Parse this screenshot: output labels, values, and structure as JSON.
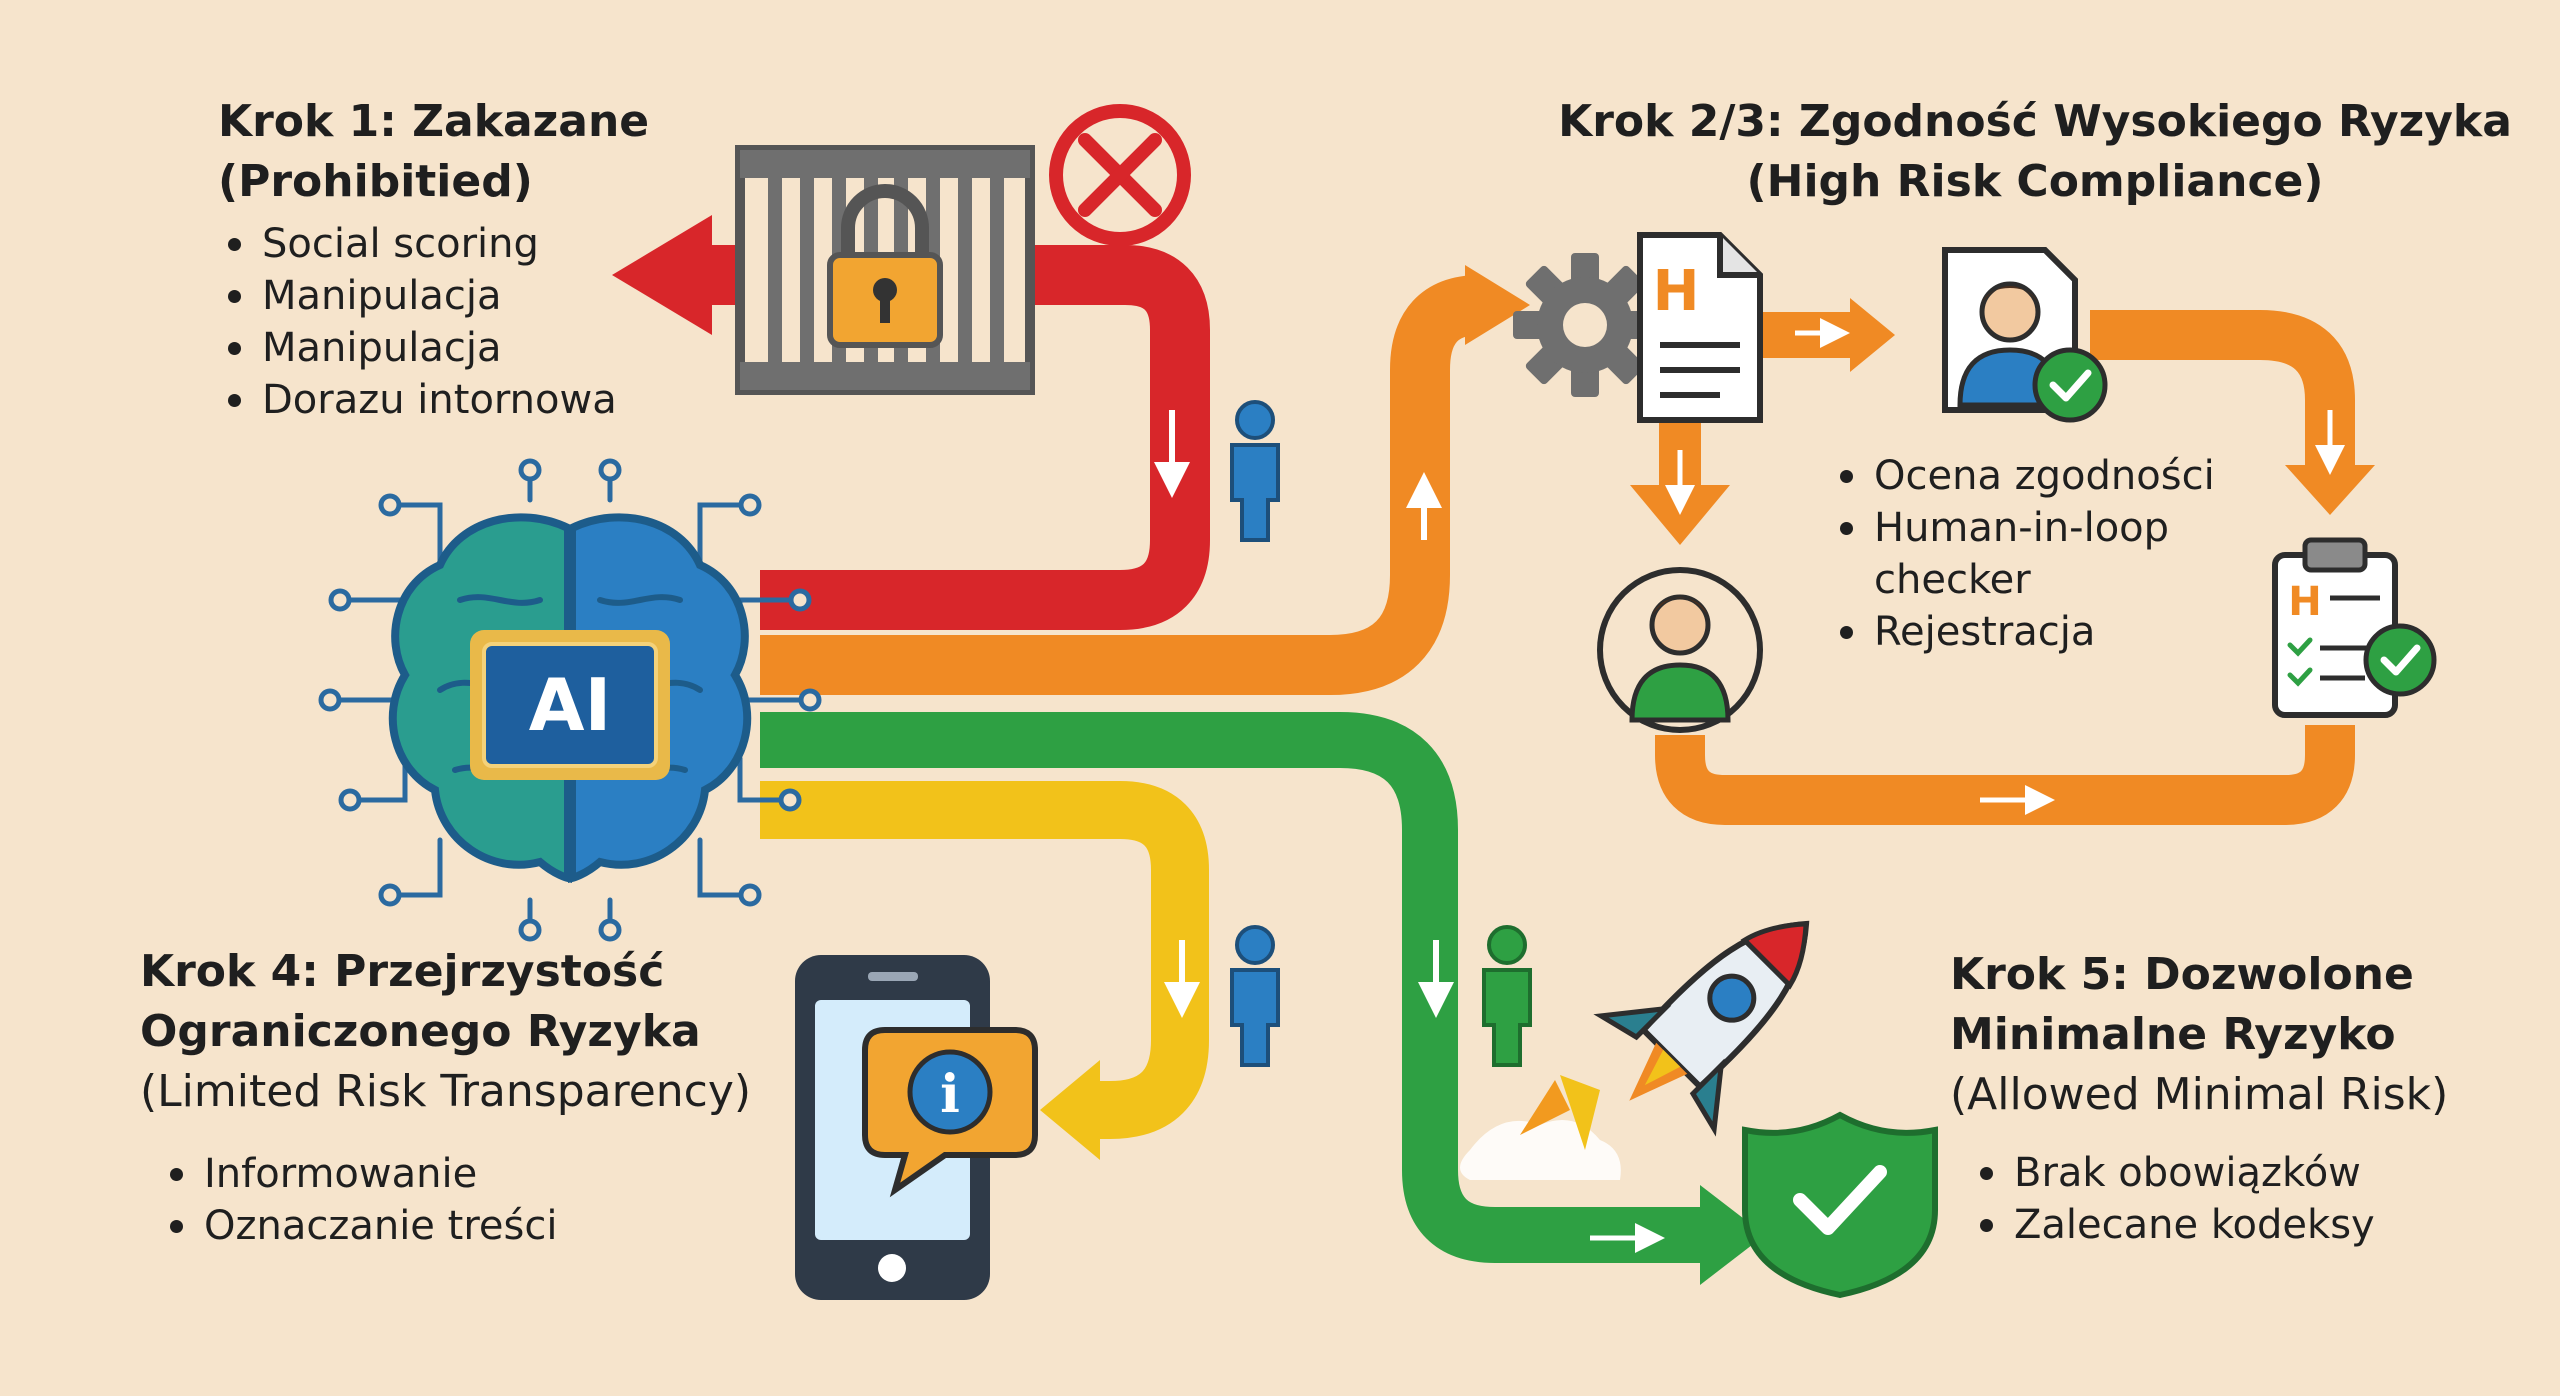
{
  "steps": {
    "prohibited": {
      "heading_line1": "Krok 1: Zakazane",
      "heading_line2": "(Prohibitied)",
      "bullets": [
        "Social scoring",
        "Manipulacja",
        "Manipulacja",
        "Dorazu intornowa"
      ],
      "color": "#d8262a"
    },
    "high_risk": {
      "heading_line1": "Krok 2/3: Zgodność Wysokiego Ryzyka",
      "heading_line2": "(High Risk Compliance)",
      "bullets": [
        "Ocena zgodności",
        "Human-in-loop",
        "checker",
        "Rejestracja"
      ],
      "color": "#f08a24"
    },
    "limited_risk": {
      "heading_line1": "Krok 4: Przejrzystość",
      "heading_line2": "Ograniczonego Ryzyka",
      "heading_line3": "(Limited Risk Transparency)",
      "bullets": [
        "Informowanie",
        "Oznaczanie treści"
      ],
      "color": "#f2c21a"
    },
    "minimal_risk": {
      "heading_line1": "Krok 5: Dozwolone",
      "heading_line2": "Minimalne Ryzyko",
      "heading_line3": "(Allowed Minimal Risk)",
      "bullets": [
        "Brak obowiązków",
        "Zalecane kodeksy"
      ],
      "color": "#2ea043"
    }
  },
  "center": {
    "chip_label": "AI"
  },
  "icons": {
    "document_letter": "H",
    "info_letter": "i"
  },
  "colors": {
    "background": "#f6e4cc",
    "blue": "#2b7fc3",
    "teal": "#2a9d8f",
    "gold": "#e9b949",
    "gray": "#6f6f6f"
  }
}
